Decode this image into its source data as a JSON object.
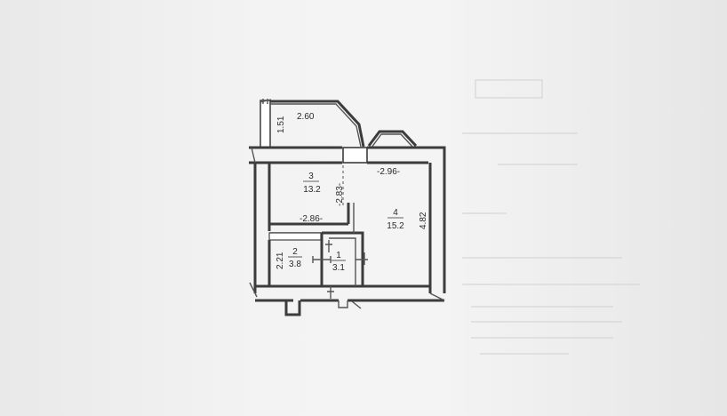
{
  "rooms": [
    {
      "number": "1",
      "area": "3.1"
    },
    {
      "number": "2",
      "area": "3.8"
    },
    {
      "number": "3",
      "area": "13.2"
    },
    {
      "number": "4",
      "area": "15.2"
    }
  ],
  "dimensions": {
    "balcony_height": "1.51",
    "balcony_width": "2.60",
    "room3_depth": "-2.83-",
    "room3_width": "-2.86-",
    "room4_width": "-2.96-",
    "room4_depth": "4.82",
    "room2_depth": "2.21"
  }
}
